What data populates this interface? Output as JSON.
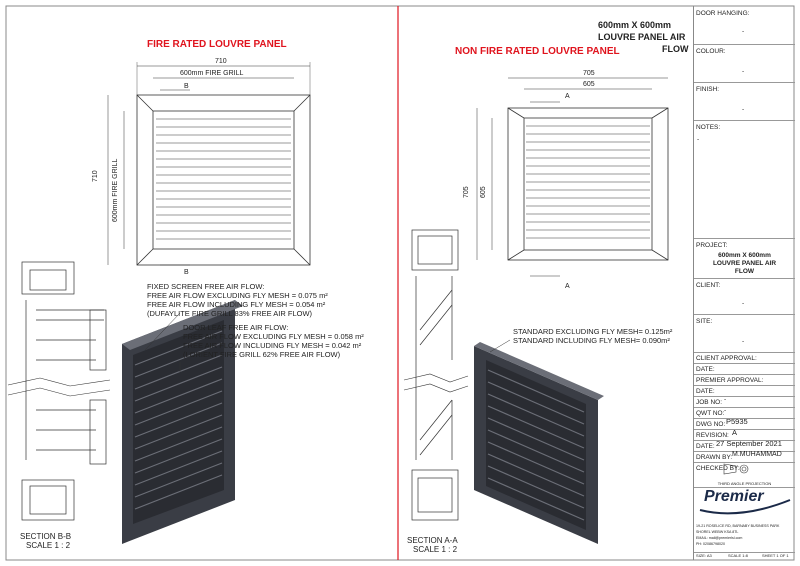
{
  "left_title": "FIRE RATED LOUVRE PANEL",
  "right_title": "NON FIRE RATED LOUVRE PANEL",
  "header_title_lines": [
    "600mm X 600mm",
    "LOUVRE PANEL AIR",
    "FLOW"
  ],
  "left_dims": {
    "outer": "710",
    "inner": "600mm FIRE GRILL",
    "height_outer": "710",
    "height_inner": "600mm FIRE GRILL",
    "section_marker": "B"
  },
  "right_dims": {
    "outer": "705",
    "inner": "605",
    "height_outer": "705",
    "height_inner": "605",
    "section_marker": "A"
  },
  "left_notes": [
    "FIXED SCREEN FREE AIR FLOW:",
    "FREE AIR FLOW EXCLUDING FLY MESH = 0.075 m²",
    "FREE AIR FLOW INCLUDING FLY MESH = 0.054 m²",
    "(DUFAYLITE FIRE GRILL 83% FREE AIR FLOW)",
    "DOOR LEAF FREE AIR FLOW:",
    "FREE AIR FLOW EXCLUDING FLY MESH = 0.058 m²",
    "FREE AIR FLOW INCLUDING FLY MESH = 0.042 m²",
    "(LORIENT FIRE GRILL 62% FREE AIR FLOW)"
  ],
  "right_notes": [
    "STANDARD EXCLUDING FLY MESH= 0.125m²",
    "STANDARD INCLUDING FLY MESH= 0.090m²"
  ],
  "section_left": [
    "SECTION B-B",
    "SCALE 1 : 2"
  ],
  "section_right": [
    "SECTION A-A",
    "SCALE 1 : 2"
  ],
  "title_block": {
    "door_hanging_label": "DOOR HANGING:",
    "door_hanging_value": "-",
    "colour_label": "COLOUR:",
    "colour_value": "-",
    "finish_label": "FINISH:",
    "finish_value": "-",
    "notes_label": "NOTES:",
    "notes_value": "-",
    "project_label": "PROJECT:",
    "project_lines": [
      "600mm X 600mm",
      "LOUVRE PANEL AIR",
      "FLOW"
    ],
    "client_label": "CLIENT:",
    "client_value": "-",
    "site_label": "SITE:",
    "site_value": "-",
    "client_approval_label": "CLIENT APPROVAL:",
    "date_label_1": "DATE:",
    "premier_approval_label": "PREMIER APPROVAL:",
    "date_label_2": "DATE:",
    "job_no_label": "JOB NO:",
    "job_no_value": "-",
    "qwt_no_label": "QWT NO:",
    "qwt_no_value": "-",
    "dwg_no_label": "DWG NO:",
    "dwg_no_value": "P5935",
    "revision_label": "REVISION:",
    "revision_value": "A",
    "date_label_3": "DATE:",
    "date_value": "27 September 2021",
    "drawn_by_label": "DRAWN BY:",
    "drawn_by_value": "M.MUHAMMAD",
    "checked_by_label": "CHECKED BY:",
    "projection_label": "THIRD ANGLE PROJECTION",
    "company": "Premier",
    "address_lines": [
      "19-21 ROSELICE RD, BARNABY BUSINESS PARK",
      "SHOREL WEBW KSA 8TL",
      "EMAIL: mail@premierlsl.com",
      "PH: 02086798020"
    ],
    "footer": [
      "SIZE: A3",
      "SCALE 1:8",
      "SHEET 1 OF 1"
    ]
  },
  "colors": {
    "red": "#e0141e",
    "panel": "#3a3d45",
    "panel_light": "#6b6e77"
  }
}
